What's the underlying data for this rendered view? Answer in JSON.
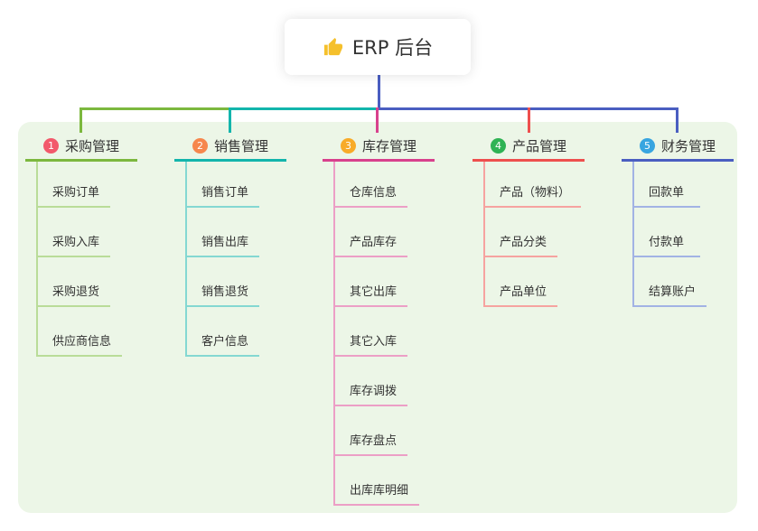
{
  "root": {
    "label": "ERP 后台",
    "icon": "thumbs-up",
    "icon_color": "#f5c02c",
    "link_color": "#4a5ec1"
  },
  "panel": {
    "bg_color": "#ecf6e7"
  },
  "branches": [
    {
      "number": "1",
      "label": "采购管理",
      "badge_color": "#f2596b",
      "line_color": "#7cb83e",
      "child_line_color": "#b9dc98",
      "children": [
        "采购订单",
        "采购入库",
        "采购退货",
        "供应商信息"
      ]
    },
    {
      "number": "2",
      "label": "销售管理",
      "badge_color": "#f6874d",
      "line_color": "#13b5ac",
      "child_line_color": "#84d8d2",
      "children": [
        "销售订单",
        "销售出库",
        "销售退货",
        "客户信息"
      ]
    },
    {
      "number": "3",
      "label": "库存管理",
      "badge_color": "#f8ab28",
      "line_color": "#d8418d",
      "child_line_color": "#ec9fc6",
      "children": [
        "仓库信息",
        "产品库存",
        "其它出库",
        "其它入库",
        "库存调拨",
        "库存盘点",
        "出库库明细"
      ]
    },
    {
      "number": "4",
      "label": "产品管理",
      "badge_color": "#2fb354",
      "line_color": "#ee4f4e",
      "child_line_color": "#f6a3a0",
      "children": [
        "产品（物料）",
        "产品分类",
        "产品单位"
      ]
    },
    {
      "number": "5",
      "label": "财务管理",
      "badge_color": "#38a5e0",
      "line_color": "#4a5ec1",
      "child_line_color": "#a2b3e4",
      "children": [
        "回款单",
        "付款单",
        "结算账户"
      ]
    }
  ]
}
